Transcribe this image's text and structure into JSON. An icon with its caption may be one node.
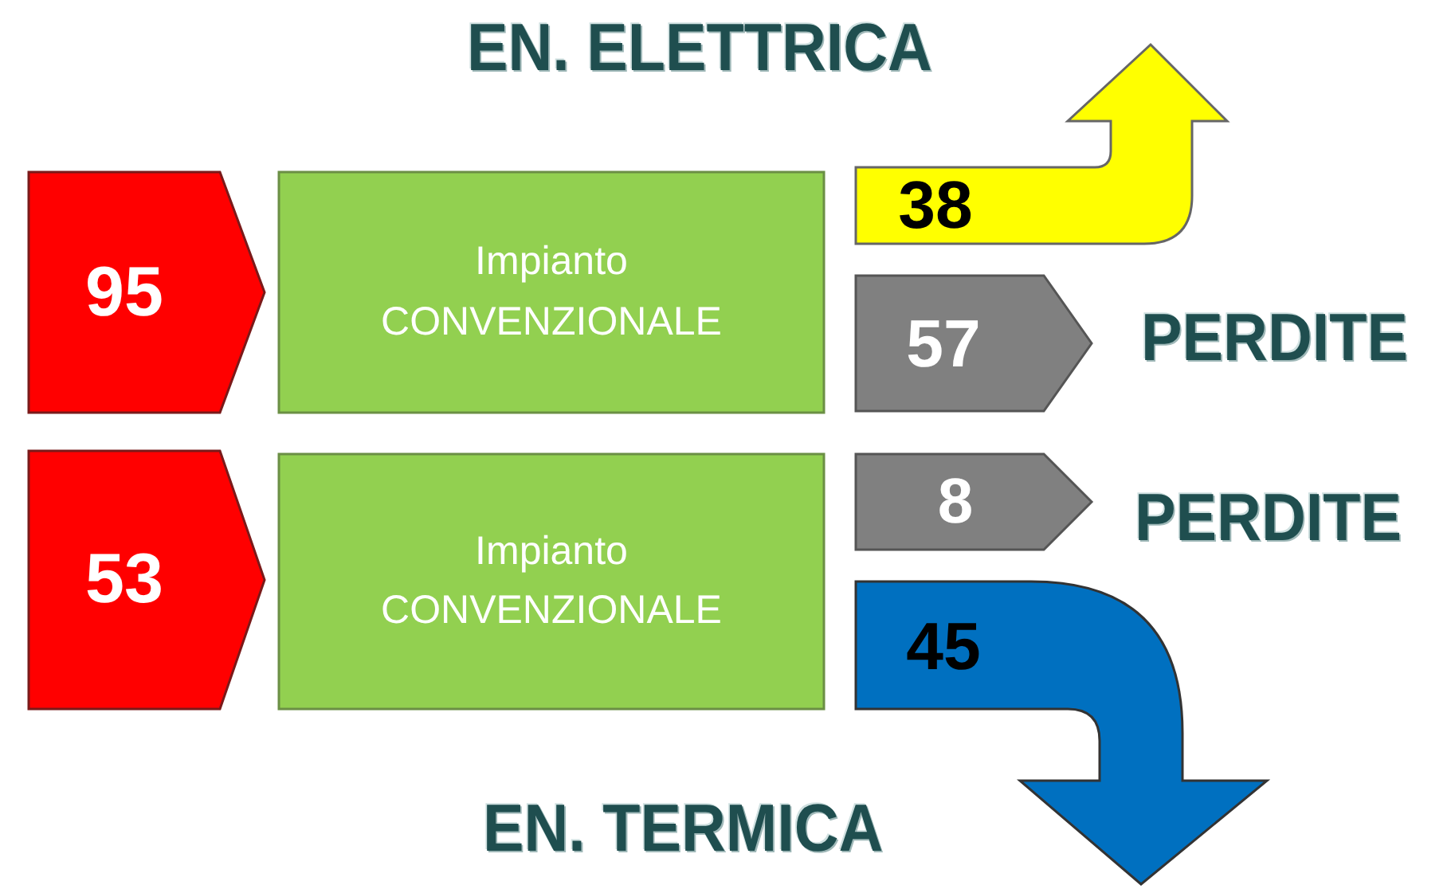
{
  "diagram": {
    "nodes": [
      {
        "text": [
          "95"
        ]
      },
      {
        "text": [
          "Impianto CONVENZIONALE"
        ]
      },
      {
        "text": [
          "38"
        ]
      },
      {
        "text": [
          "57"
        ]
      },
      {
        "text": [
          "53"
        ]
      },
      {
        "text": [
          "Impianto CONVENZIONALE"
        ]
      },
      {
        "text": [
          "8"
        ]
      },
      {
        "text": [
          "45"
        ]
      }
    ],
    "labels": [
      "EN. ELETTRICA",
      "PERDITE",
      "PERDITE",
      "EN. TERMICA"
    ]
  }
}
